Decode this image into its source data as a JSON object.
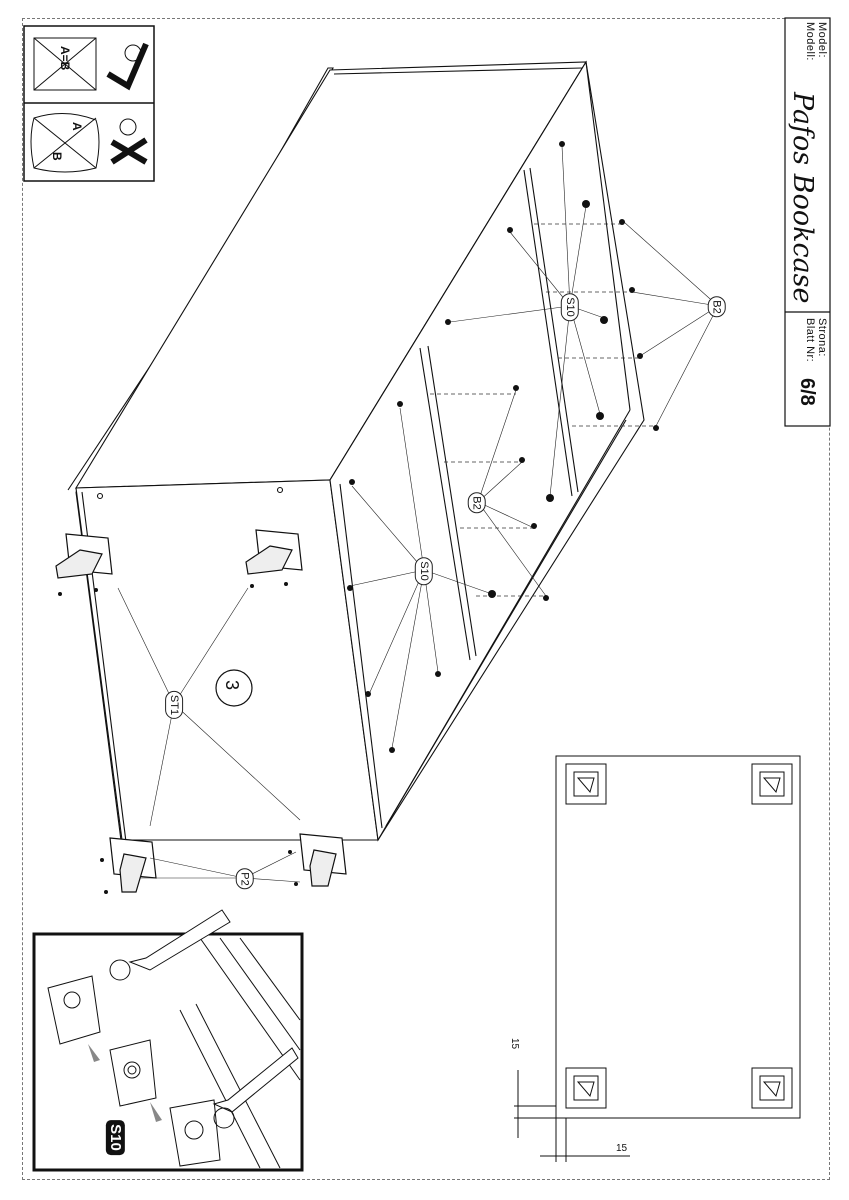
{
  "header": {
    "model_label_1": "Model:",
    "model_label_2": "Modell:",
    "title": "Pafos Bookcase",
    "page_label_1": "Strona:",
    "page_label_2": "Blatt Nr:",
    "page_number": "6/8"
  },
  "check_panel": {
    "good_label": "A=B",
    "bad_label_a": "A",
    "bad_label_b": "B"
  },
  "step": {
    "number": "3"
  },
  "part_labels": {
    "st1": "ST1",
    "p2": "P2",
    "s10_left": "S10",
    "s10_right": "S10",
    "b2_middle": "B2",
    "b2_right": "B2"
  },
  "detail_inset": {
    "label": "S10"
  },
  "dimensions": {
    "dim_vertical": "15",
    "dim_horizontal": "15"
  }
}
